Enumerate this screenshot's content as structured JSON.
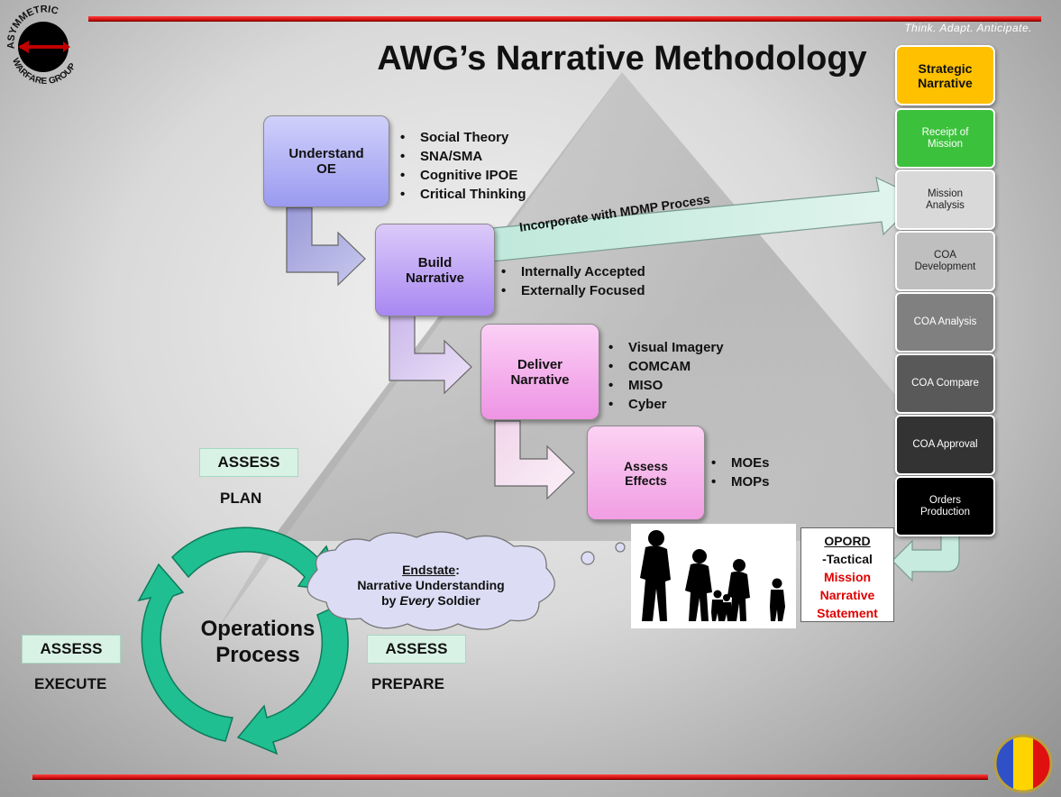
{
  "logo": {
    "top_text": "ASYMMETRIC",
    "bottom_text": "WARFARE GROUP"
  },
  "tagline": "Think.  Adapt.  Anticipate.",
  "title": "AWG’s Narrative Methodology",
  "steps": [
    {
      "label_1": "Understand",
      "label_2": "OE",
      "bullets": [
        "Social Theory",
        "SNA/SMA",
        "Cognitive IPOE",
        "Critical Thinking"
      ]
    },
    {
      "label_1": "Build",
      "label_2": "Narrative",
      "bullets": [
        "Internally Accepted",
        "Externally Focused"
      ]
    },
    {
      "label_1": "Deliver",
      "label_2": "Narrative",
      "bullets": [
        "Visual Imagery",
        "COMCAM",
        "MISO",
        "Cyber"
      ]
    },
    {
      "label_1": "Assess",
      "label_2": "Effects",
      "bullets": [
        "MOEs",
        "MOPs"
      ]
    }
  ],
  "mdmp_arrow_label": "Incorporate with MDMP Process",
  "mdmp_steps": [
    {
      "line1": "Strategic",
      "line2": "Narrative",
      "bg": "#ffc000",
      "fg": "#111111"
    },
    {
      "line1": "Receipt of",
      "line2": "Mission",
      "bg": "#3cc13c",
      "fg": "#ffffff"
    },
    {
      "line1": "Mission",
      "line2": "Analysis",
      "bg": "#d9d9d9",
      "fg": "#222222"
    },
    {
      "line1": "COA",
      "line2": "Development",
      "bg": "#bfbfbf",
      "fg": "#222222"
    },
    {
      "line1": "COA Analysis",
      "line2": "",
      "bg": "#808080",
      "fg": "#ffffff"
    },
    {
      "line1": "COA Compare",
      "line2": "",
      "bg": "#595959",
      "fg": "#ffffff"
    },
    {
      "line1": "COA Approval",
      "line2": "",
      "bg": "#333333",
      "fg": "#ffffff"
    },
    {
      "line1": "Orders",
      "line2": "Production",
      "bg": "#000000",
      "fg": "#ffffff"
    }
  ],
  "cycle": {
    "assess": "ASSESS",
    "plan": "PLAN",
    "execute": "EXECUTE",
    "prepare": "PREPARE",
    "center_1": "Operations",
    "center_2": "Process"
  },
  "endstate": {
    "heading": "Endstate",
    "line1": "Narrative Understanding",
    "line2_pre": "by ",
    "line2_em": "Every",
    "line2_post": " Soldier"
  },
  "opord": {
    "heading": "OPORD",
    "line1": "-Tactical",
    "red1": "Mission",
    "red2": "Narrative",
    "red3": "Statement"
  },
  "colors": {
    "accent_red": "#e00000",
    "cycle_green": "#1fbf91",
    "arrow_mint": "#c8ebe0",
    "box_blue": "#a8a8f2",
    "box_purple": "#b18ff5",
    "box_pink": "#f5a0ea"
  }
}
